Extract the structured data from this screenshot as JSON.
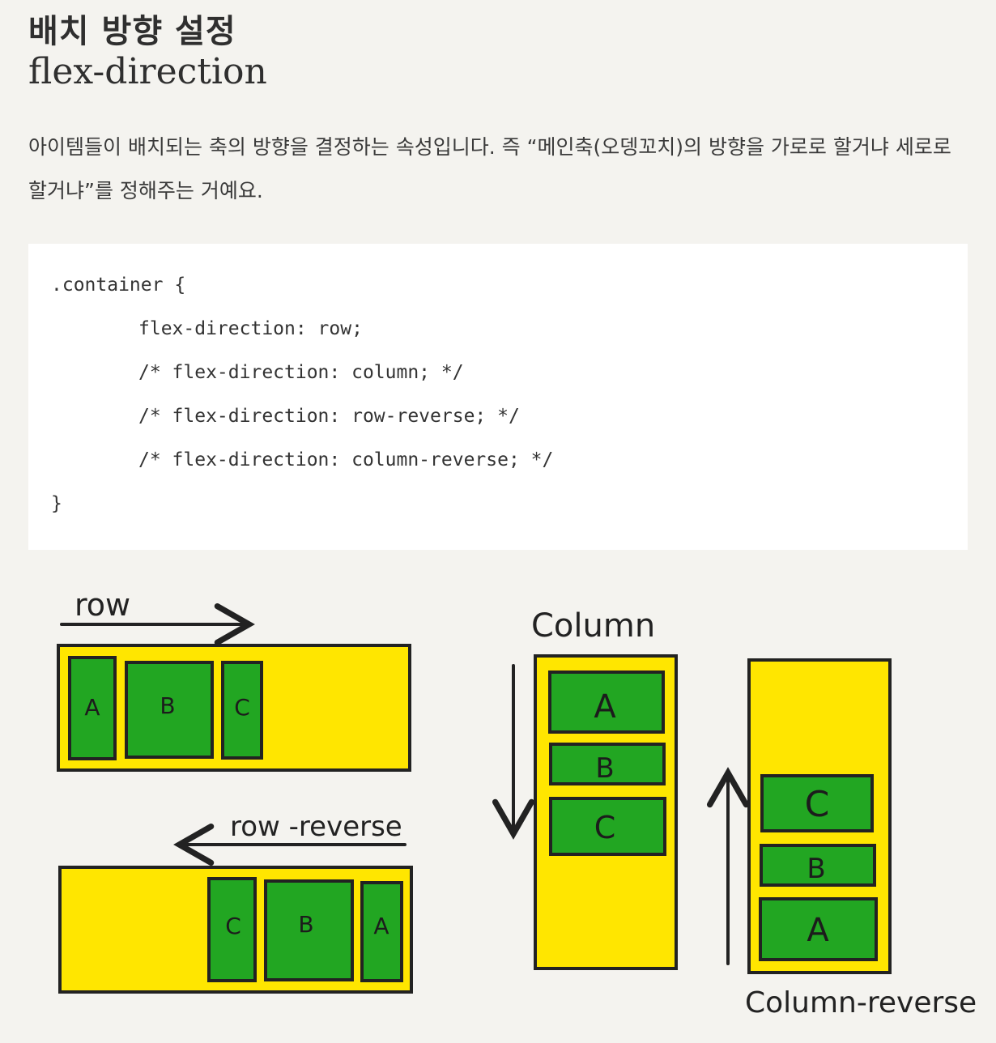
{
  "title": {
    "korean": "배치 방향 설정",
    "english": "flex-direction"
  },
  "description": "아이템들이 배치되는 축의 방향을 결정하는 속성입니다. 즉 “메인축(오뎅꼬치)의 방향을 가로로 할거냐 세로로 할거냐”를 정해주는 거예요.",
  "code": {
    "lines": [
      ".container {",
      "flex-direction: row;",
      "/* flex-direction: column; */",
      "/* flex-direction: row-reverse; */",
      "/* flex-direction: column-reverse; */",
      "}"
    ]
  },
  "diagram": {
    "colors": {
      "container": "#ffe600",
      "item": "#22a622",
      "stroke": "#222222"
    },
    "row": {
      "label": "row",
      "items": [
        "A",
        "B",
        "C"
      ]
    },
    "row_reverse": {
      "label": "row -reverse",
      "items": [
        "C",
        "B",
        "A"
      ]
    },
    "column": {
      "label": "Column",
      "items": [
        "A",
        "B",
        "C"
      ]
    },
    "column_reverse": {
      "label": "Column-reverse",
      "items": [
        "C",
        "B",
        "A"
      ]
    }
  }
}
